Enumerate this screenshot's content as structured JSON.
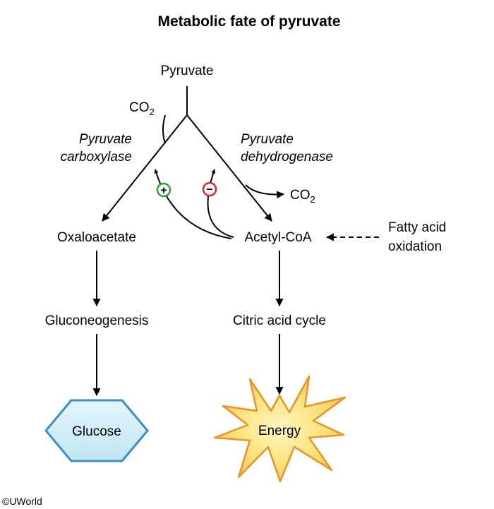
{
  "title": "Metabolic fate of pyruvate",
  "nodes": {
    "pyruvate": "Pyruvate",
    "oxaloacetate": "Oxaloacetate",
    "acetyl_coa": "Acetyl-CoA",
    "gluconeogenesis": "Gluconeogenesis",
    "citric_acid_cycle": "Citric acid cycle",
    "glucose": "Glucose",
    "energy": "Energy",
    "fatty_acid_line1": "Fatty acid",
    "fatty_acid_line2": "oxidation"
  },
  "enzymes": {
    "pc_line1": "Pyruvate",
    "pc_line2": "carboxylase",
    "pdh_line1": "Pyruvate",
    "pdh_line2": "dehydrogenase"
  },
  "co2": {
    "base": "CO",
    "sub": "2"
  },
  "regulation": {
    "activate_symbol": "+",
    "inhibit_symbol": "−",
    "activate_color": "#2aa336",
    "inhibit_color": "#d8262b"
  },
  "colors": {
    "glucose_fill": "#bfe6f3",
    "glucose_stroke": "#3b8fc0",
    "energy_fill": "#fde27a",
    "energy_stroke": "#e8932a"
  },
  "copyright": "©UWorld"
}
